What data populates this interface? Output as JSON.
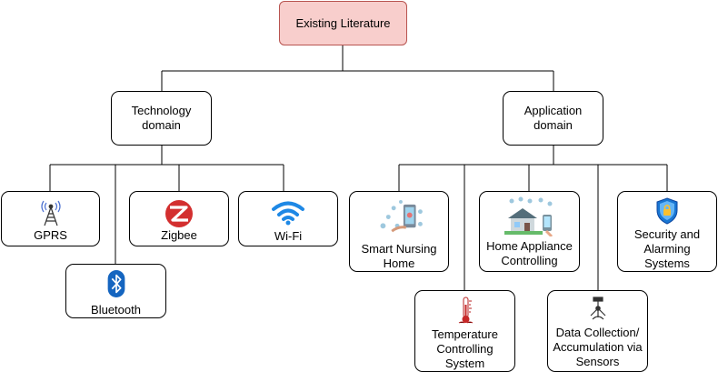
{
  "root": {
    "label": "Existing Literature"
  },
  "technology": {
    "label_line1": "Technology",
    "label_line2": "domain",
    "items": {
      "gprs": "GPRS",
      "bluetooth": "Bluetooth",
      "zigbee": "Zigbee",
      "wifi": "Wi-Fi"
    }
  },
  "application": {
    "label_line1": "Application",
    "label_line2": "domain",
    "items": {
      "nursing": [
        "Smart Nursing",
        "Home"
      ],
      "temperature": [
        "Temperature",
        "Controlling",
        "System"
      ],
      "appliance": [
        "Home Appliance",
        "Controlling"
      ],
      "data": [
        "Data Collection/",
        "Accumulation via",
        "Sensors"
      ],
      "security": [
        "Security and",
        "Alarming",
        "Systems"
      ]
    }
  },
  "colors": {
    "root_fill": "#f8cecc",
    "root_border": "#b85450",
    "zigbee_red": "#d32f2f",
    "bluetooth_blue": "#1565c0",
    "wifi_blue": "#1e88e5"
  },
  "icons": {
    "gprs": "antenna-tower-icon",
    "bluetooth": "bluetooth-icon",
    "zigbee": "zigbee-logo-icon",
    "wifi": "wifi-icon",
    "nursing": "smart-home-devices-icon",
    "temperature": "thermometer-icon",
    "appliance": "smart-house-icon",
    "data": "sensor-icon",
    "security": "security-shield-lock-icon"
  }
}
